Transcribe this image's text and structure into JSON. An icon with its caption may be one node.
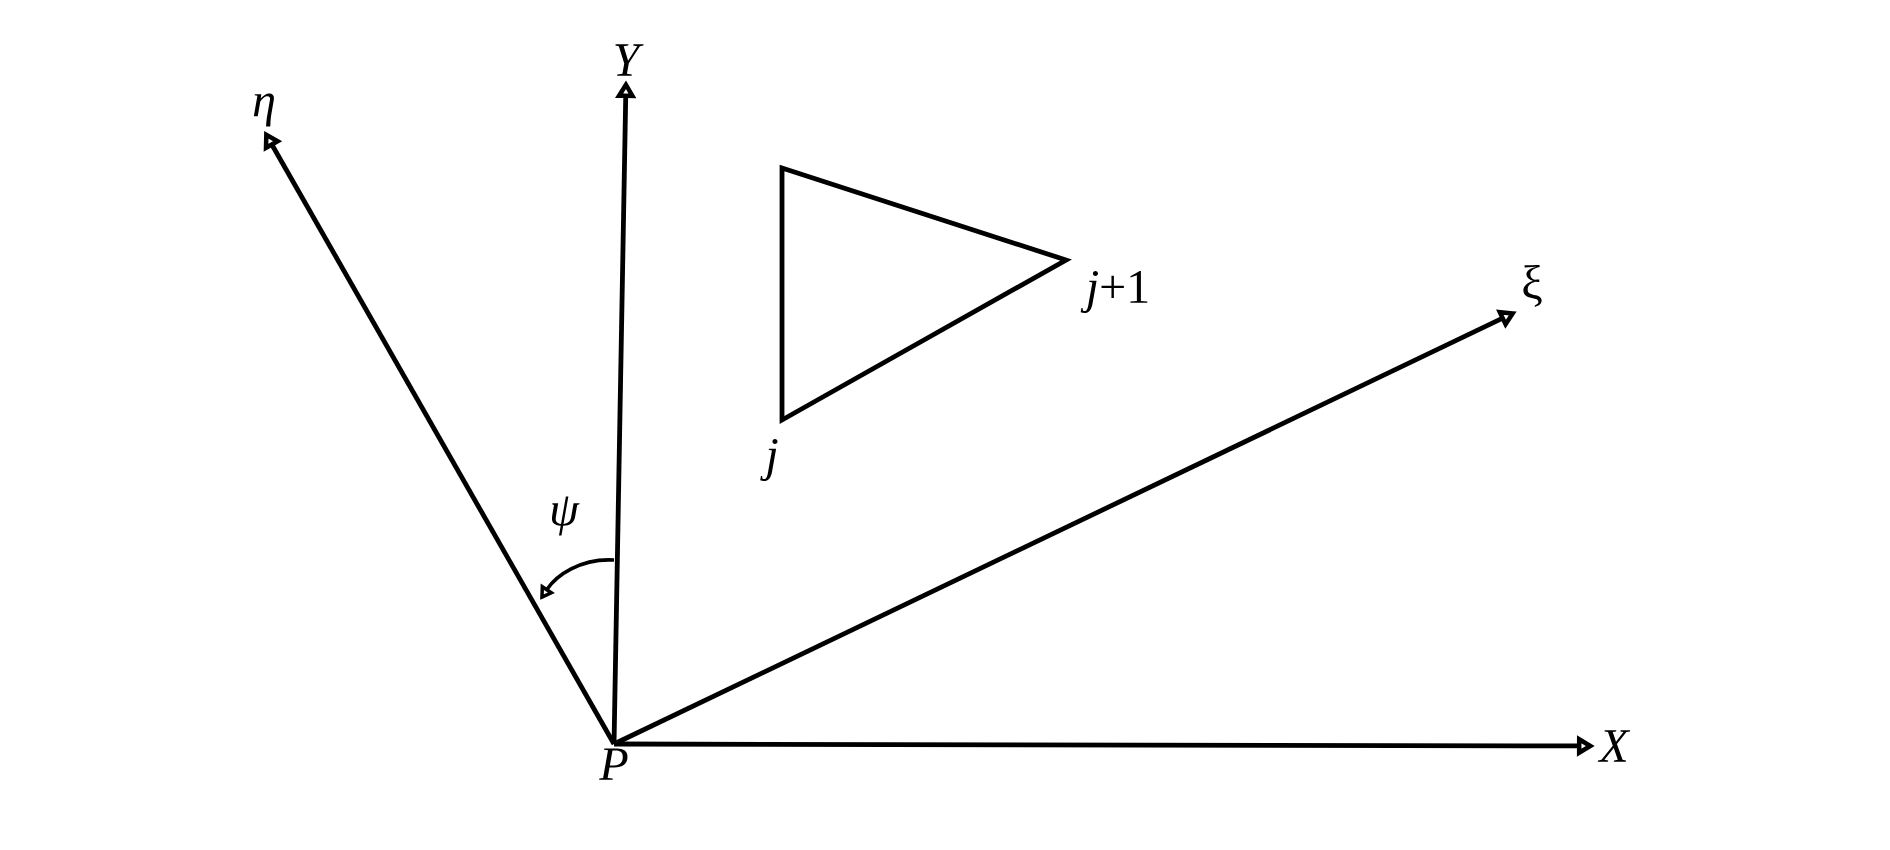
{
  "diagram": {
    "nodes": [
      {
        "text": [
          "P"
        ]
      },
      {
        "text": [
          "X"
        ]
      },
      {
        "text": [
          "Y"
        ]
      },
      {
        "text": [
          "ξ"
        ]
      },
      {
        "text": [
          "η"
        ]
      }
    ],
    "edges": [
      {
        "from": 0,
        "to": 1,
        "arrow": "to"
      },
      {
        "from": 0,
        "to": 2,
        "arrow": "to"
      },
      {
        "from": 0,
        "to": 3,
        "arrow": "to"
      },
      {
        "from": 0,
        "to": 4,
        "arrow": "to"
      }
    ],
    "labels": [
      "ψ",
      "j",
      "*j*+1"
    ]
  }
}
